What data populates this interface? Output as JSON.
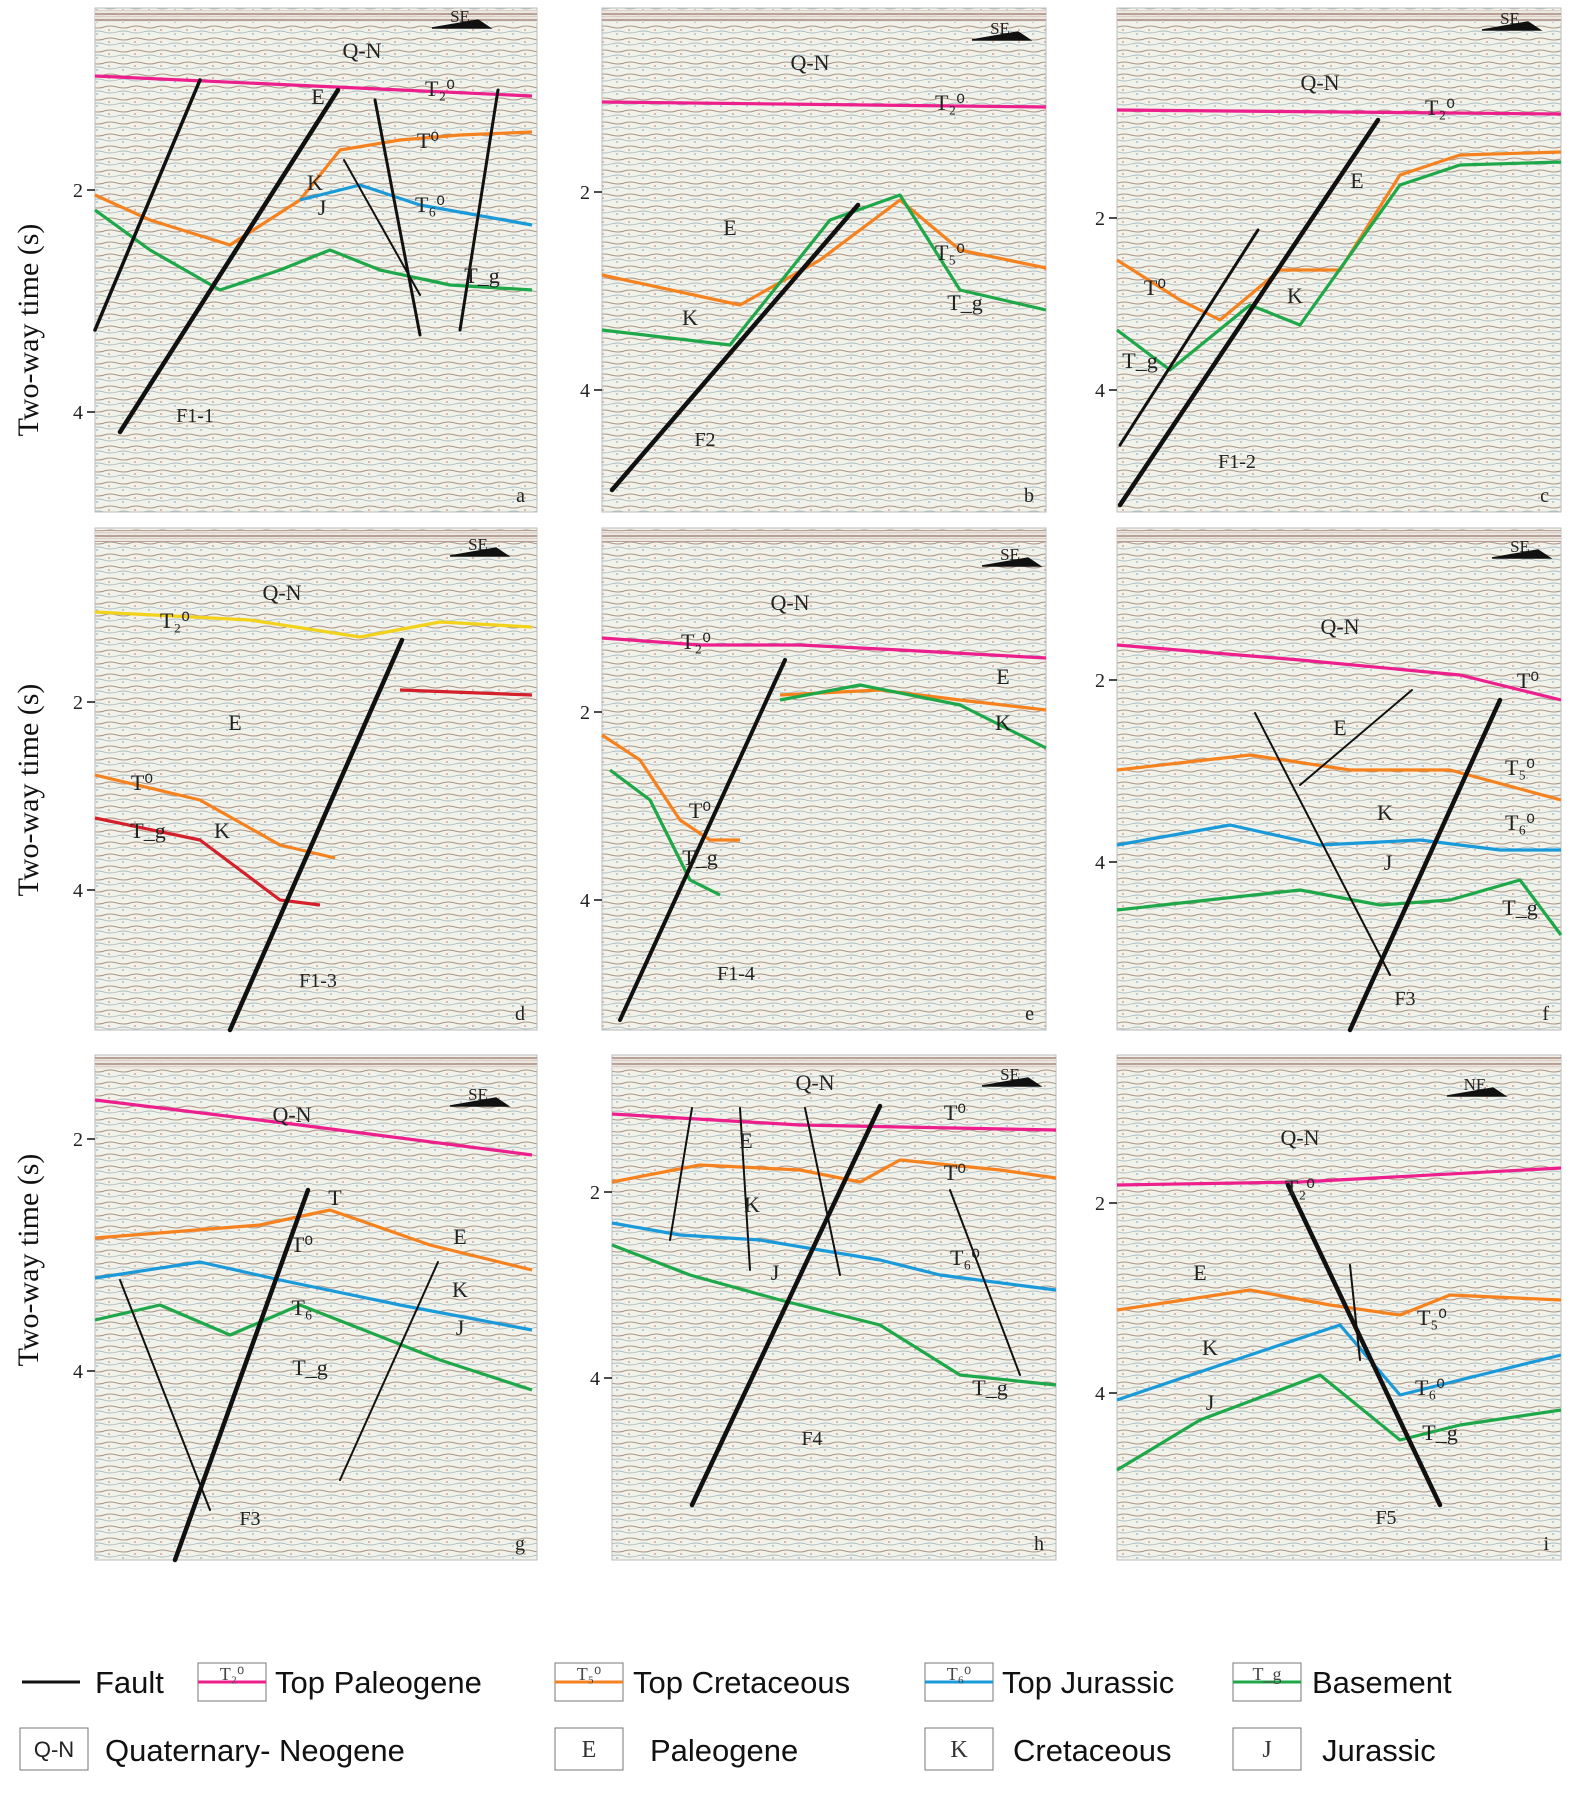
{
  "figure": {
    "y_axis_label": "Two-way time (s)",
    "colors": {
      "fault": "#111111",
      "top_paleogene": "#ec1f8c",
      "top_cretaceous": "#f5821f",
      "top_jurassic": "#1a9ad9",
      "basement": "#1fa84a",
      "panel_d_t2": "#f2d21b",
      "panel_d_red": "#d4202a"
    },
    "panels": [
      {
        "id": "a",
        "direction": "SE",
        "ticks": [
          "2",
          "4"
        ],
        "texts": [
          "Q-N",
          "T₂⁰",
          "E",
          "T⁰",
          "K",
          "J",
          "T₆⁰",
          "T_g"
        ],
        "faults": [
          "F1-1"
        ]
      },
      {
        "id": "b",
        "direction": "SE",
        "ticks": [
          "2",
          "4"
        ],
        "texts": [
          "Q-N",
          "T₂⁰",
          "E",
          "T₅⁰",
          "T_g",
          "K"
        ],
        "faults": [
          "F2"
        ]
      },
      {
        "id": "c",
        "direction": "SE",
        "ticks": [
          "2",
          "4"
        ],
        "texts": [
          "Q-N",
          "T₂⁰",
          "E",
          "T⁰",
          "K",
          "T_g"
        ],
        "faults": [
          "F1-2"
        ]
      },
      {
        "id": "d",
        "direction": "SE",
        "ticks": [
          "2",
          "4"
        ],
        "texts": [
          "Q-N",
          "T₂⁰",
          "E",
          "T⁰",
          "T_g",
          "K"
        ],
        "faults": [
          "F1-3"
        ]
      },
      {
        "id": "e",
        "direction": "SE",
        "ticks": [
          "2",
          "4"
        ],
        "texts": [
          "Q-N",
          "T₂⁰",
          "E",
          "K",
          "T⁰",
          "T_g"
        ],
        "faults": [
          "F1-4"
        ]
      },
      {
        "id": "f",
        "direction": "SE",
        "ticks": [
          "2",
          "4"
        ],
        "texts": [
          "Q-N",
          "T⁰",
          "E",
          "T₅⁰",
          "K",
          "T₆⁰",
          "J",
          "T_g"
        ],
        "faults": [
          "F3"
        ]
      },
      {
        "id": "g",
        "direction": "SE",
        "ticks": [
          "2",
          "4"
        ],
        "texts": [
          "Q-N",
          "T",
          "E",
          "T⁰",
          "K",
          "T₆",
          "J",
          "T_g"
        ],
        "faults": [
          "F3"
        ]
      },
      {
        "id": "h",
        "direction": "SE",
        "ticks": [
          "2",
          "4"
        ],
        "texts": [
          "Q-N",
          "T⁰",
          "E",
          "T⁰",
          "K",
          "J",
          "T₆⁰",
          "T_g"
        ],
        "faults": [
          "F4"
        ]
      },
      {
        "id": "i",
        "direction": "NE",
        "ticks": [
          "2",
          "4"
        ],
        "texts": [
          "Q-N",
          "T₂⁰",
          "E",
          "T₅⁰",
          "K",
          "J",
          "T₆⁰",
          "T_g"
        ],
        "faults": [
          "F5"
        ]
      }
    ]
  },
  "legend": {
    "row1": [
      {
        "symbol": "",
        "label": "Fault",
        "color_key": "fault"
      },
      {
        "symbol": "T₂⁰",
        "label": "Top Paleogene",
        "color_key": "top_paleogene"
      },
      {
        "symbol": "T₅⁰",
        "label": "Top Cretaceous",
        "color_key": "top_cretaceous"
      },
      {
        "symbol": "T₆⁰",
        "label": "Top Jurassic",
        "color_key": "top_jurassic"
      },
      {
        "symbol": "T_g",
        "label": "Basement",
        "color_key": "basement"
      }
    ],
    "row2": [
      {
        "symbol": "Q-N",
        "label": "Quaternary- Neogene"
      },
      {
        "symbol": "E",
        "label": "Paleogene"
      },
      {
        "symbol": "K",
        "label": "Cretaceous"
      },
      {
        "symbol": "J",
        "label": "Jurassic"
      }
    ]
  }
}
